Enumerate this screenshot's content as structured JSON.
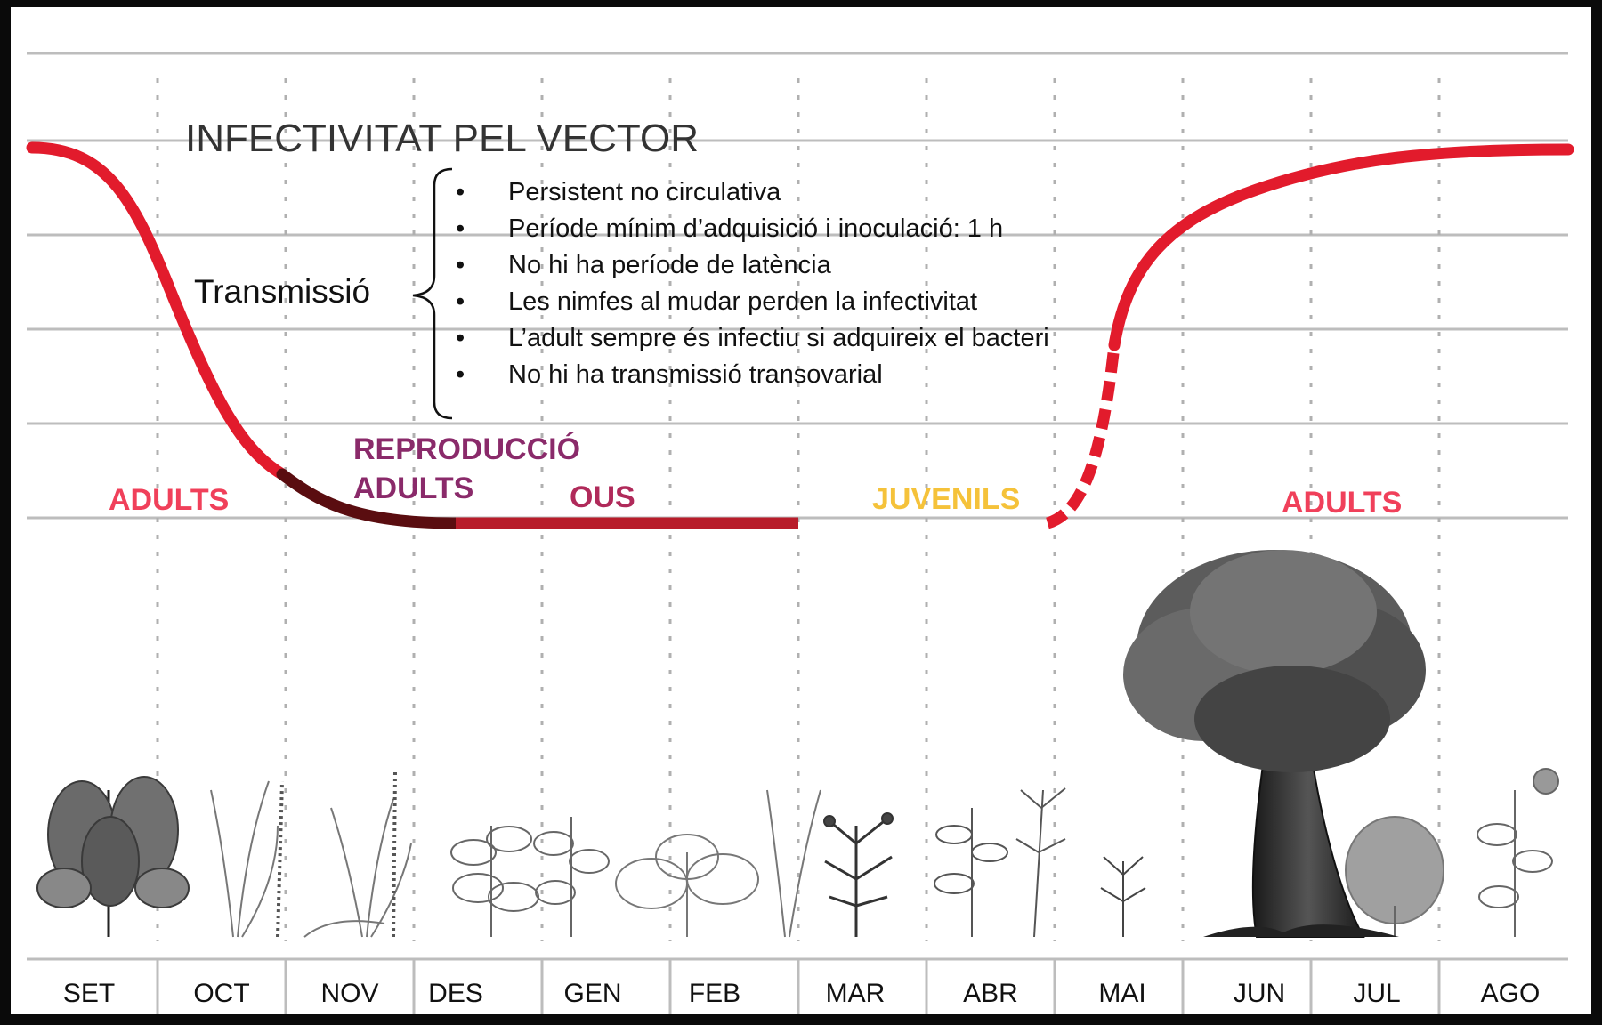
{
  "title": "INFECTIVITAT PEL VECTOR",
  "transmission": {
    "label": "Transmissió",
    "items": [
      "Persistent no circulativa",
      "Període mínim d’adquisició i inoculació: 1 h",
      "No hi ha període de latència",
      "Les nimfes al mudar perden la infectivitat",
      "L’adult sempre és infectiu si adquireix el bacteri",
      "No hi ha transmissió transovarial"
    ]
  },
  "phases": {
    "adults_left": "ADULTS",
    "reproduccio": "REPRODUCCIÓ",
    "reproduccio_adults": "ADULTS",
    "ous": "OUS",
    "juvenils": "JUVENILS",
    "adults_right": "ADULTS"
  },
  "months": [
    "SET",
    "OCT",
    "NOV",
    "DES",
    "GEN",
    "FEB",
    "MAR",
    "ABR",
    "MAI",
    "JUN",
    "JUL",
    "AGO"
  ],
  "colors": {
    "curve": "#e21b2c",
    "reproduccio_curve": "#5a0d10",
    "ous_curve": "#b81c2a",
    "juvenils_start": "#e8d23a",
    "juvenils_end": "#e24a22",
    "adults_label": "#f0405a",
    "reproduccio_label": "#8a2a6a",
    "ous_label": "#b02a5a",
    "juvenils_label": "#f5c23a",
    "grid": "#bbbbbb"
  },
  "icons": [
    "plants-illustration",
    "olive-tree-illustration"
  ]
}
